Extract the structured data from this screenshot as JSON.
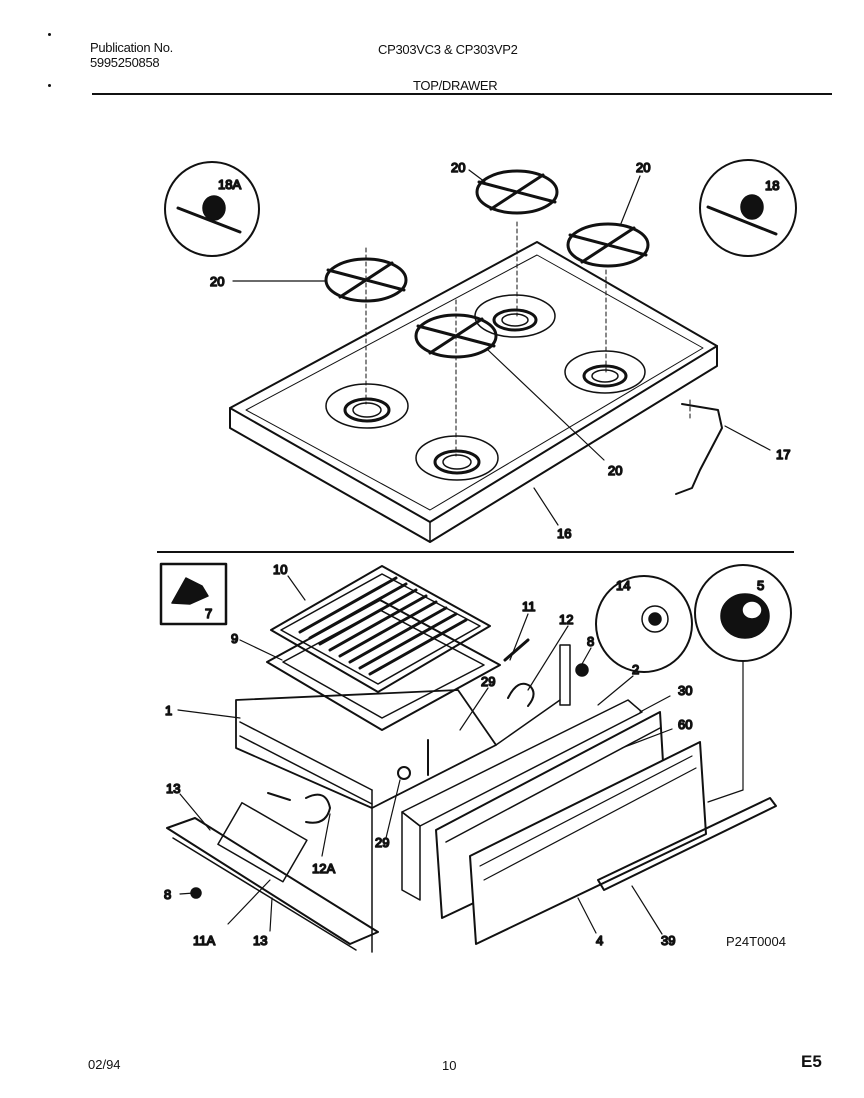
{
  "header": {
    "publication_label": "Publication No.",
    "publication_number": "5995250858",
    "models": "CP303VC3 & CP303VP2",
    "section_title": "TOP/DRAWER"
  },
  "callouts": {
    "grate_left": "20",
    "grate_back_center": "20",
    "grate_back_right": "20",
    "grate_front_center": "20",
    "inset_left": "18A",
    "inset_right": "18",
    "cooktop": "16",
    "wire": "17",
    "broiler_pan_grid": "10",
    "broiler_pan": "9",
    "drawer_frame": "1",
    "inset_part7": "7",
    "inset_knob_14": "14",
    "inset_knob_5": "5",
    "part_11": "11",
    "part_12": "12",
    "part_8_upper": "8",
    "part_2": "2",
    "part_30": "30",
    "part_60": "60",
    "part_29_upper": "29",
    "part_29_lower": "29",
    "part_13_upper": "13",
    "part_13_lower": "13",
    "part_8_lower": "8",
    "part_11A": "11A",
    "part_12A": "12A",
    "part_4": "4",
    "part_39": "39"
  },
  "drawing_ref": "P24T0004",
  "footer": {
    "date": "02/94",
    "page": "10",
    "code": "E5"
  }
}
